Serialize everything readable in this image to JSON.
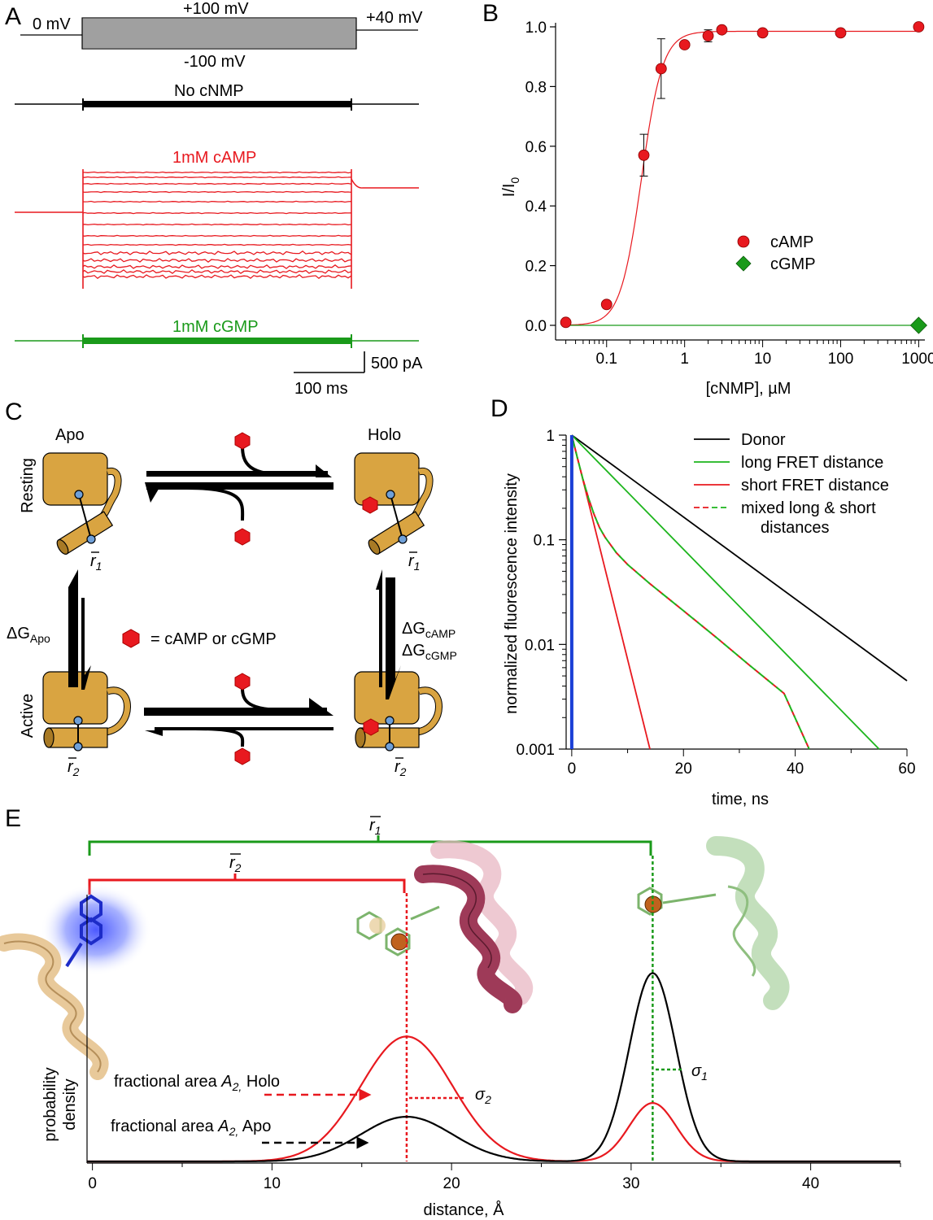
{
  "panels": {
    "A": {
      "letter": "A",
      "protocol": {
        "hold_label": "0 mV",
        "top_label": "+100 mV",
        "bottom_label": "-100 mV",
        "tail_label": "+40 mV"
      },
      "traces": [
        {
          "label": "No cNMP",
          "color": "#000000"
        },
        {
          "label": "1mM cAMP",
          "color": "#e8191f"
        },
        {
          "label": "1mM cGMP",
          "color": "#1a9a1a"
        }
      ],
      "scalebar": {
        "current": "500 pA",
        "time": "100 ms"
      }
    },
    "B": {
      "letter": "B"
    },
    "C": {
      "letter": "C",
      "labels": {
        "apo": "Apo",
        "holo": "Holo",
        "resting": "Resting",
        "active": "Active",
        "r1": "r",
        "r1_sub": "1",
        "r2": "r",
        "r2_sub": "2",
        "dg_apo": "ΔG",
        "dg_apo_sub": "Apo",
        "dg_camp": "ΔG",
        "dg_camp_sub": "cAMP",
        "dg_cgmp": "ΔG",
        "dg_cgmp_sub": "cGMP",
        "ligand_legend": "= cAMP or cGMP"
      },
      "colors": {
        "protein": "#d9a441",
        "ligand": "#e8191f",
        "probe": "#6fa0d8"
      }
    },
    "D": {
      "letter": "D"
    },
    "E": {
      "letter": "E",
      "bracket_r1": {
        "main": "r",
        "sub": "1"
      },
      "bracket_r2": {
        "main": "r",
        "sub": "2"
      },
      "annotations": {
        "holo": {
          "pre": "fractional area ",
          "a": "A",
          "sub": "2,",
          "post": " Holo"
        },
        "apo": {
          "pre": "fractional area ",
          "a": "A",
          "sub": "2,",
          "post": " Apo"
        },
        "sigma1": {
          "main": "σ",
          "sub": "1"
        },
        "sigma2": {
          "main": "σ",
          "sub": "2"
        }
      }
    }
  },
  "chart_data": [
    {
      "panel": "B",
      "type": "scatter",
      "xlabel": "[cNMP],  µM",
      "ylabel": "I/I",
      "ylabel_sub": "0",
      "xscale": "log",
      "xlim": [
        0.025,
        1200
      ],
      "ylim": [
        0.0,
        1.0
      ],
      "xticks": [
        0.1,
        1,
        10,
        100,
        1000
      ],
      "xtick_labels": [
        "0.1",
        "1",
        "10",
        "100",
        "1000"
      ],
      "yticks": [
        0.0,
        0.2,
        0.4,
        0.6,
        0.8,
        1.0
      ],
      "ytick_labels": [
        "0.0",
        "0.2",
        "0.4",
        "0.6",
        "0.8",
        "1.0"
      ],
      "legend_position": "right-middle",
      "series": [
        {
          "name": "cAMP",
          "color": "#e8191f",
          "marker": "circle",
          "points": [
            {
              "x": 0.03,
              "y": 0.01,
              "err": 0
            },
            {
              "x": 0.1,
              "y": 0.07,
              "err": 0
            },
            {
              "x": 0.3,
              "y": 0.57,
              "err": 0.07
            },
            {
              "x": 0.5,
              "y": 0.86,
              "err": 0.1
            },
            {
              "x": 1,
              "y": 0.94,
              "err": 0
            },
            {
              "x": 2,
              "y": 0.97,
              "err": 0.02
            },
            {
              "x": 3,
              "y": 0.99,
              "err": 0
            },
            {
              "x": 10,
              "y": 0.98,
              "err": 0
            },
            {
              "x": 100,
              "y": 0.98,
              "err": 0
            },
            {
              "x": 1000,
              "y": 1.0,
              "err": 0
            }
          ],
          "fit": {
            "type": "hill",
            "ec50": 0.28,
            "n": 3.2,
            "max": 0.985
          }
        },
        {
          "name": "cGMP",
          "color": "#1a9a1a",
          "marker": "diamond",
          "points": [
            {
              "x": 1000,
              "y": 0.0,
              "err": 0
            }
          ],
          "fit": {
            "type": "flat",
            "value": 0.0
          }
        }
      ]
    },
    {
      "panel": "D",
      "type": "line",
      "xlabel": "time, ns",
      "ylabel": "normalized fluorescence intensity",
      "yscale": "log",
      "xlim": [
        -1,
        60
      ],
      "ylim": [
        0.001,
        1
      ],
      "xticks": [
        0,
        20,
        40,
        60
      ],
      "xtick_labels": [
        "0",
        "20",
        "40",
        "60"
      ],
      "yticks": [
        0.001,
        0.01,
        0.1,
        1
      ],
      "ytick_labels": [
        "0.001",
        "0.01",
        "0.1",
        "1"
      ],
      "legend_position": "top-right",
      "series": [
        {
          "name": "Donor",
          "color": "#000000",
          "style": "solid",
          "x": [
            0,
            60
          ],
          "y": [
            1,
            0.0045
          ]
        },
        {
          "name": "long FRET distance",
          "color": "#1db51d",
          "style": "solid",
          "x": [
            0,
            55
          ],
          "y": [
            1,
            0.001
          ]
        },
        {
          "name": "short FRET distance",
          "color": "#e8191f",
          "style": "solid",
          "x": [
            0,
            14
          ],
          "y": [
            1,
            0.001
          ]
        },
        {
          "name": "mixed long & short distances",
          "color": "#1db51d",
          "color2": "#e8191f",
          "style": "dashed",
          "x": [
            0,
            1,
            2,
            3,
            4,
            5,
            6,
            8,
            10,
            14,
            20,
            26,
            32,
            38,
            42.5
          ],
          "y": [
            1,
            0.61,
            0.38,
            0.25,
            0.175,
            0.13,
            0.105,
            0.075,
            0.058,
            0.038,
            0.021,
            0.0115,
            0.0062,
            0.0034,
            0.001
          ]
        },
        {
          "name": "",
          "color": "#1a3fd6",
          "style": "solid",
          "x": [
            0,
            0
          ],
          "y": [
            1,
            0.001
          ]
        }
      ]
    },
    {
      "panel": "E",
      "type": "line",
      "xlabel": "distance,  Å",
      "ylabel": "probability density",
      "xlim": [
        -0.3,
        45
      ],
      "ylim": [
        0,
        1.1
      ],
      "xticks": [
        0,
        10,
        20,
        30,
        40
      ],
      "xtick_labels": [
        "0",
        "10",
        "20",
        "30",
        "40"
      ],
      "series": [
        {
          "name": "Holo",
          "color": "#e8191f",
          "components": [
            {
              "mean": 17.5,
              "sd": 2.55,
              "height": 0.545
            },
            {
              "mean": 31.2,
              "sd": 1.3,
              "height": 0.255
            }
          ]
        },
        {
          "name": "Apo",
          "color": "#000000",
          "components": [
            {
              "mean": 17.5,
              "sd": 2.55,
              "height": 0.195
            },
            {
              "mean": 31.2,
              "sd": 1.3,
              "height": 0.822
            }
          ]
        }
      ],
      "markers": {
        "r2": 17.5,
        "r1": 31.2
      }
    }
  ]
}
